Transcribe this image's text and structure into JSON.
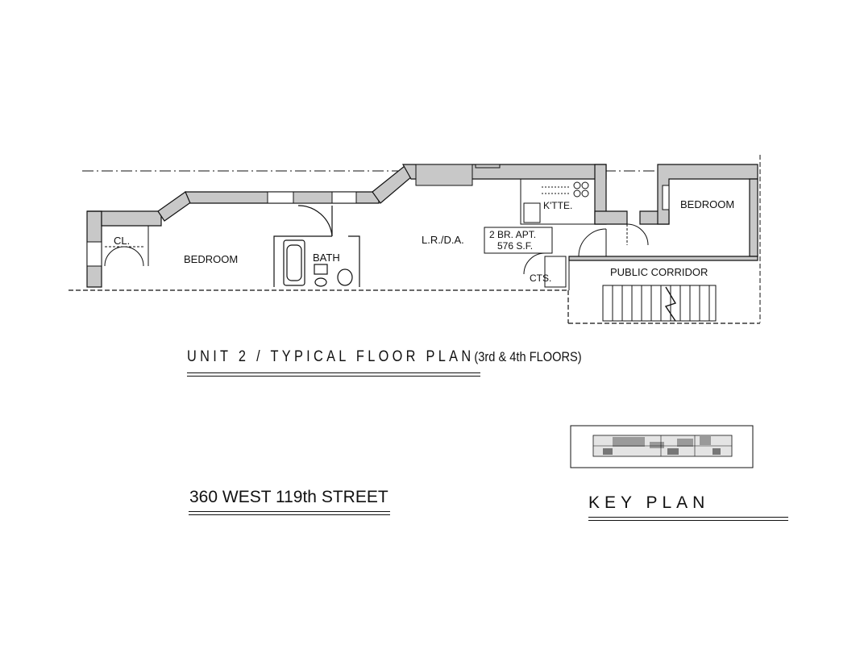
{
  "plan": {
    "rooms": {
      "closet": "CL.",
      "bedroom_left": "BEDROOM",
      "bath": "BATH",
      "living_dining": "L.R./D.A.",
      "kitchen": "K'TTE.",
      "bedroom_right": "BEDROOM",
      "public_corridor": "PUBLIC CORRIDOR",
      "cts": "CTS."
    },
    "apartment_tag": {
      "line1": "2 BR. APT.",
      "line2": "576 S.F."
    }
  },
  "title": {
    "main": "UNIT 2  /  TYPICAL  FLOOR  PLAN",
    "sub": "(3rd & 4th FLOORS)"
  },
  "address": "360 WEST 119th STREET",
  "key_plan": {
    "label": "KEY  PLAN"
  },
  "colors": {
    "wall_fill": "#c8c8c8",
    "line": "#111111",
    "background": "#ffffff"
  }
}
